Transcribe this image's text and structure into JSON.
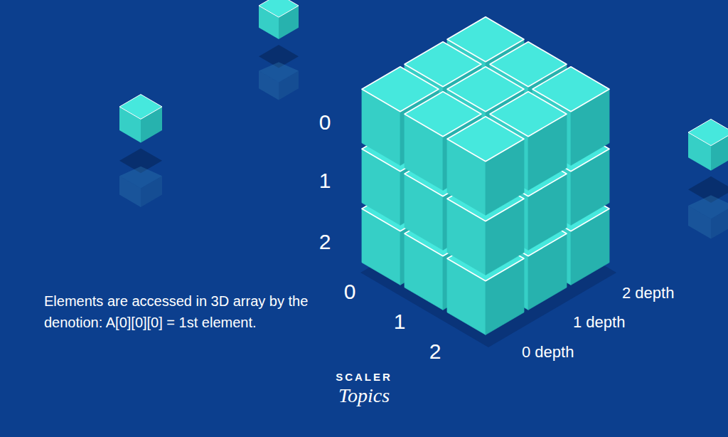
{
  "diagram": {
    "labels": [
      "0",
      "1",
      "2",
      "0",
      "1",
      "2",
      "2 depth",
      "1 depth",
      "0 depth",
      "Elements are accessed in 3D array by the denotion: A[0][0][0] = 1st element.",
      "SCALER",
      "Topics"
    ]
  }
}
